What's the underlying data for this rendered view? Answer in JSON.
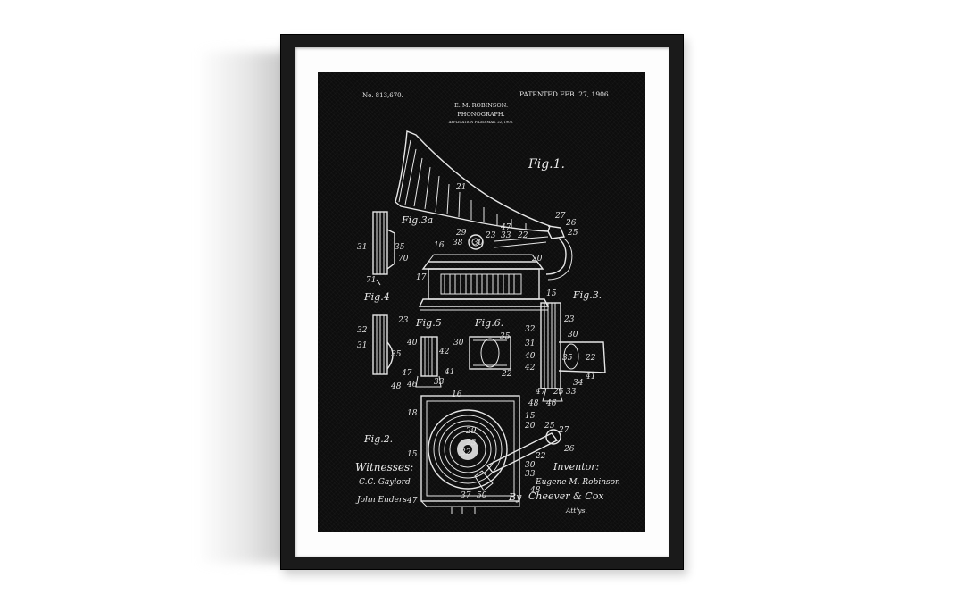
{
  "patent": {
    "number": "No. 813,670.",
    "date": "PATENTED FEB. 27, 1906.",
    "inventor_heading": "E. M. ROBINSON.",
    "title": "PHONOGRAPH.",
    "application": "APPLICATION FILED MAR. 22, 1905."
  },
  "figures": {
    "fig1": "Fig.1.",
    "fig3a": "Fig.3a",
    "fig4": "Fig.4",
    "fig5": "Fig.5",
    "fig6": "Fig.6.",
    "fig3": "Fig.3.",
    "fig2": "Fig.2."
  },
  "signatures": {
    "witnesses_label": "Witnesses:",
    "witness_1": "C.C. Gaylord",
    "witness_2": "John Enders",
    "inventor_label": "Inventor:",
    "inventor_name": "Eugene M. Robinson",
    "by_label": "By",
    "attorney": "Cheever & Cox",
    "attorney_abbr": "Att'ys."
  },
  "reference_numerals": {
    "n21": "21",
    "n27": "27",
    "n26": "26",
    "n25": "25",
    "n47": "47",
    "n29": "29",
    "n23": "23",
    "n33": "33",
    "n22": "22",
    "n16": "16",
    "n38": "38",
    "n30": "30",
    "n20": "20",
    "n17": "17",
    "n15": "15",
    "n31": "31",
    "n35": "35",
    "n70": "70",
    "n71": "71",
    "n32": "32",
    "n40": "40",
    "n42": "42",
    "n41": "41",
    "n46": "46",
    "n48": "48",
    "n34": "34",
    "n18": "18",
    "n37": "37",
    "n50": "50"
  },
  "colors": {
    "wall": "#ffffff",
    "frame": "#1a1a1a",
    "mat": "#fdfdfd",
    "print_background": "#0d0d0d",
    "linework": "#e6e6e6"
  }
}
